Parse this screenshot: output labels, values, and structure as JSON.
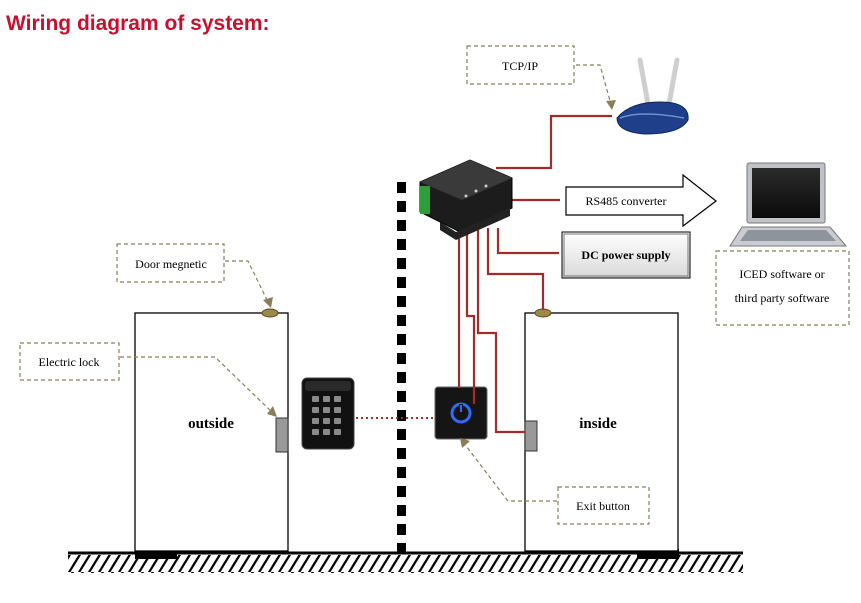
{
  "page": {
    "title": "Wiring diagram of system:"
  },
  "labels": {
    "tcpip": "TCP/IP",
    "rs485": "RS485 converter",
    "dc_power": "DC power supply",
    "software_line1": "ICED software or",
    "software_line2": "third party software",
    "door_magnetic": "Door megnetic",
    "electric_lock": "Electric lock",
    "outside": "outside",
    "inside": "inside",
    "exit_button": "Exit button"
  },
  "colors": {
    "title": "#c8102e",
    "wire": "#a52a2a",
    "callout": "#8a7e5a",
    "black": "#000000",
    "router_blue": "#1f3f8a",
    "exit_glow": "#2f6bff"
  },
  "icons": {
    "router": "wifi-router-icon",
    "controller": "access-controller-icon",
    "laptop": "laptop-icon",
    "keypad": "keypad-reader-icon",
    "exit": "exit-button-icon"
  }
}
